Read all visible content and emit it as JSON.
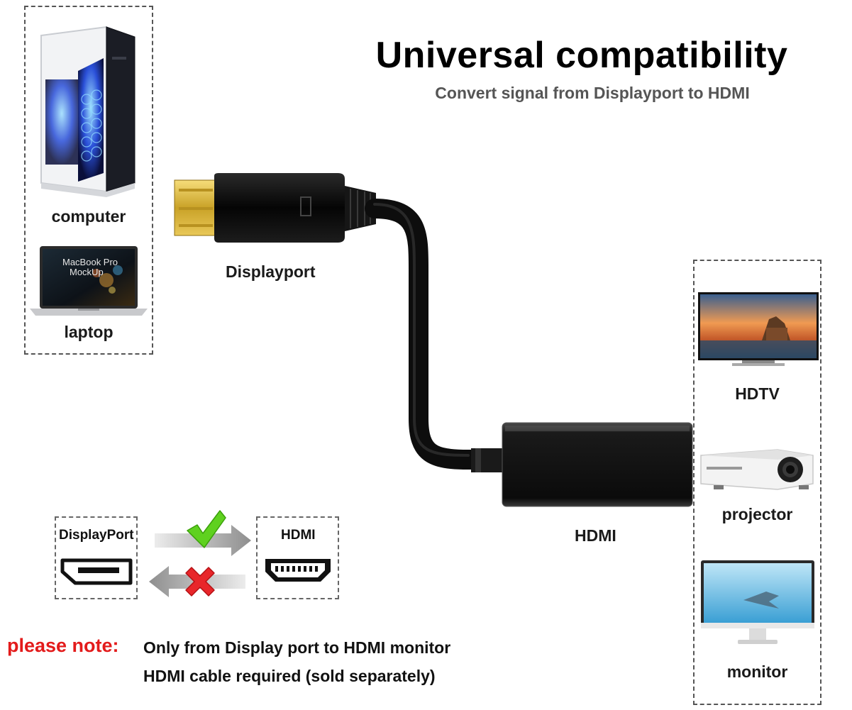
{
  "title": "Universal compatibility",
  "subtitle": "Convert signal from Displayport to HDMI",
  "sources": {
    "computer_label": "computer",
    "laptop_label": "laptop",
    "laptop_screen_line1": "MacBook Pro",
    "laptop_screen_line2": "MockUp"
  },
  "connectors": {
    "displayport_label": "Displayport",
    "hdmi_label": "HDMI"
  },
  "displays": {
    "hdtv_label": "HDTV",
    "projector_label": "projector",
    "monitor_label": "monitor"
  },
  "direction": {
    "source_port_label": "DisplayPort",
    "target_port_label": "HDMI"
  },
  "note": {
    "prefix": "please note:",
    "line1": "Only from Display port to HDMI monitor",
    "line2": "HDMI cable required (sold separately)"
  },
  "colors": {
    "note_red": "#e31b1b",
    "check_green": "#5fd11f",
    "cross_red": "#e8262a"
  }
}
